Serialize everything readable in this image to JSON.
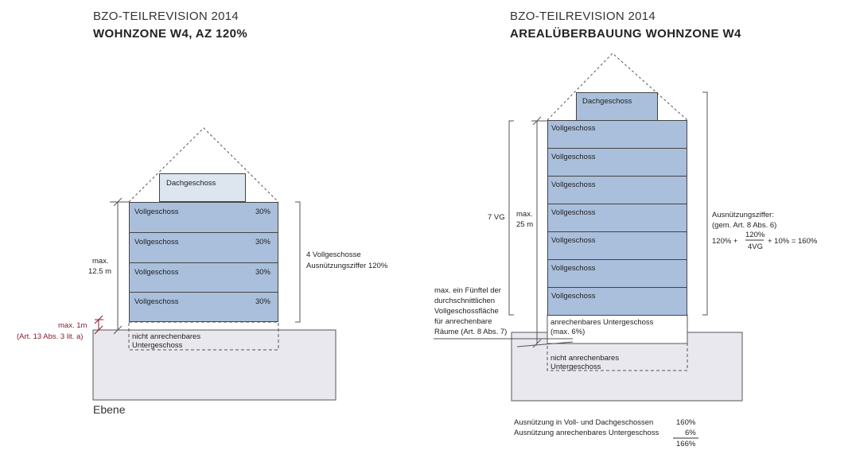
{
  "left": {
    "subtitle": "BZO-TEILREVISION 2014",
    "title": "WOHNZONE W4, AZ 120%",
    "roof_label": "Dachgeschoss",
    "floors": [
      {
        "label": "Vollgeschoss",
        "pct": "30%"
      },
      {
        "label": "Vollgeschoss",
        "pct": "30%"
      },
      {
        "label": "Vollgeschoss",
        "pct": "30%"
      },
      {
        "label": "Vollgeschoss",
        "pct": "30%"
      }
    ],
    "basement_line1": "nicht anrechenbares",
    "basement_line2": "Untergeschoss",
    "height_line1": "max.",
    "height_line2": "12.5 m",
    "max1m": "max. 1m",
    "art13": "(Art. 13 Abs. 3 lit. a)",
    "summary_line1": "4 Vollgeschosse",
    "summary_line2": "Ausnützungsziffer 120%",
    "ground_label": "Ebene"
  },
  "right": {
    "subtitle": "BZO-TEILREVISION 2014",
    "title": "AREALÜBERBAUUNG WOHNZONE W4",
    "roof_label": "Dachgeschoss",
    "floors": [
      "Vollgeschoss",
      "Vollgeschoss",
      "Vollgeschoss",
      "Vollgeschoss",
      "Vollgeschoss",
      "Vollgeschoss",
      "Vollgeschoss"
    ],
    "vg_label": "7 VG",
    "height_line1": "max.",
    "height_line2": "25 m",
    "anr_line1": "anrechenbares Untergeschoss",
    "anr_line2": "(max.  6%)",
    "fifth_lines": [
      "max. ein Fünftel der",
      "durchschnittlichen",
      "Vollgeschossfläche",
      "für anrechenbare",
      "Räume (Art. 8 Abs. 7)"
    ],
    "basement_line1": "nicht anrechenbares",
    "basement_line2": "Untergeschoss",
    "az_line1": "Ausnützungsziffer:",
    "az_line2": "(gem. Art. 8 Abs. 6)",
    "formula_a": "120% +",
    "formula_num": "120%",
    "formula_den": "4VG",
    "formula_b": "+ 10% = 160%",
    "sum1_label": "Ausnützung in Voll- und Dachgeschossen",
    "sum1_value": "160%",
    "sum2_label": "Ausnützung anrechenbares Untergeschoss",
    "sum2_value": "6%",
    "total_value": "166%"
  },
  "colors": {
    "floor_fill": "#a9bfdc",
    "roof_fill": "#dde5ef",
    "ground_fill": "#e9e8ee",
    "accent_red": "#8b1c2c"
  }
}
